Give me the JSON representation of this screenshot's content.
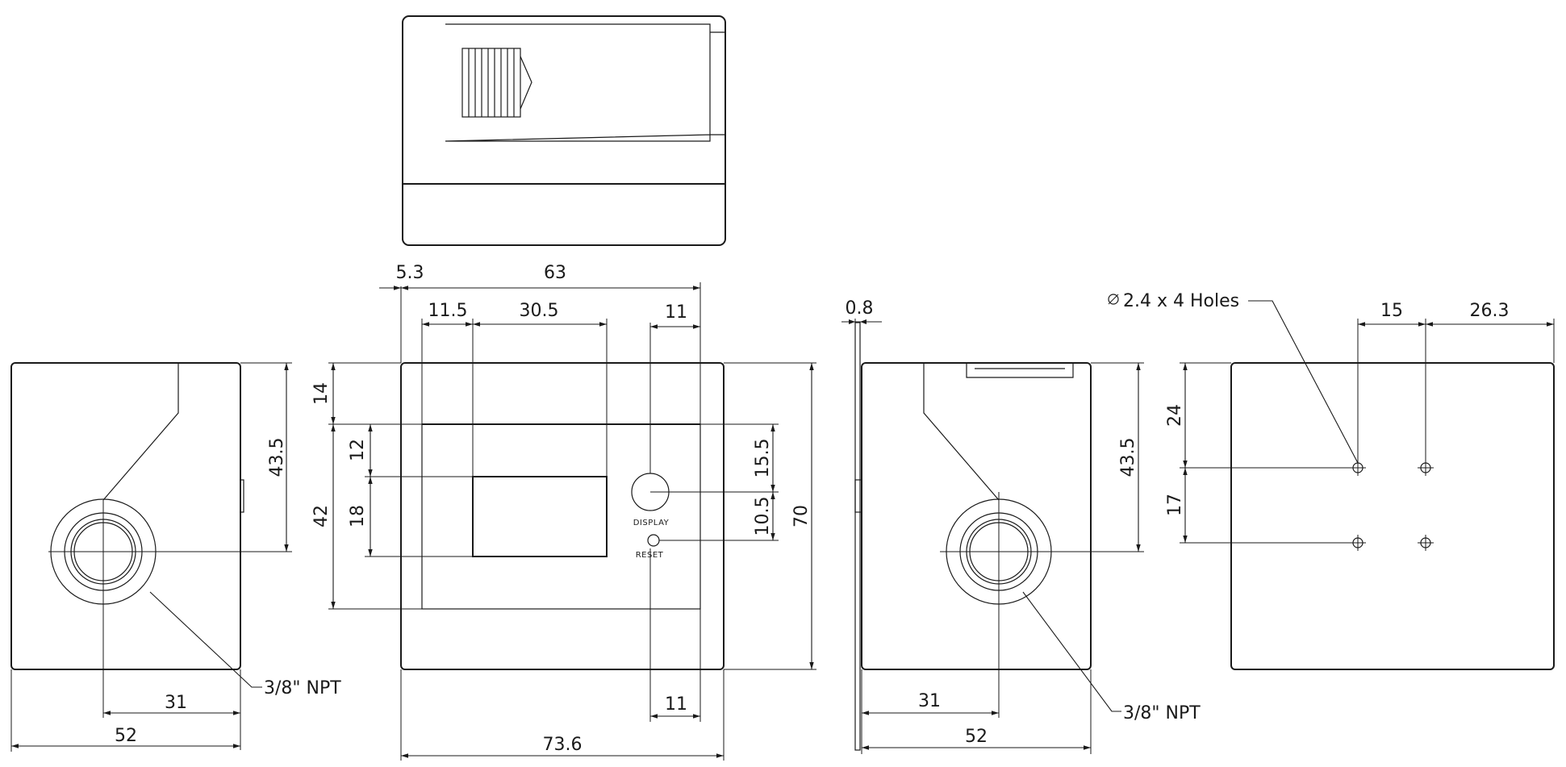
{
  "colors": {
    "line": "#1a1a1a",
    "background": "#ffffff"
  },
  "left_view": {
    "dims": {
      "height": "43.5",
      "port_offset": "31",
      "width": "52"
    },
    "callout": "3/8\" NPT"
  },
  "front_view": {
    "dims": {
      "left_offset": "5.3",
      "span_top": "63",
      "window_left": "11.5",
      "window_width": "30.5",
      "right_margin_top": "11",
      "top_offset": "14",
      "inner_height": "42",
      "window_top": "12",
      "window_height": "18",
      "display_offset": "15.5",
      "reset_offset": "10.5",
      "total_height": "70",
      "right_margin_bottom": "11",
      "total_width": "73.6"
    },
    "labels": {
      "display": "DISPLAY",
      "reset": "RESET"
    }
  },
  "right_view": {
    "dims": {
      "lip": "0.8",
      "height": "43.5",
      "port_offset": "31",
      "width": "52"
    },
    "callout": "3/8\" NPT"
  },
  "back_view": {
    "holes_callout": "2.4 x 4 Holes",
    "dims": {
      "hole_spacing_x": "15",
      "right_offset": "26.3",
      "top_offset": "24",
      "hole_spacing_y": "17"
    }
  }
}
